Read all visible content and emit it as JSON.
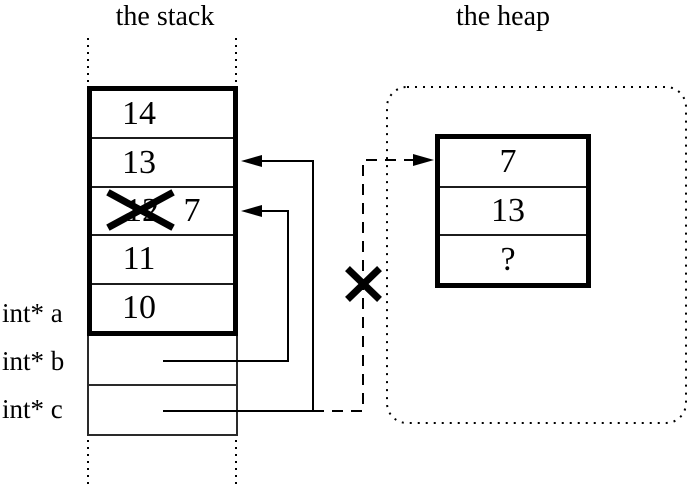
{
  "titles": {
    "stack": "the stack",
    "heap": "the heap"
  },
  "stack": {
    "rows": [
      {
        "value": "14"
      },
      {
        "value": "13"
      },
      {
        "old_value": "12",
        "new_value": "7",
        "crossed_out": true
      },
      {
        "value": "11"
      },
      {
        "value": "10"
      }
    ],
    "labels": [
      "int* a",
      "int* b",
      "int* c"
    ]
  },
  "heap": {
    "rows": [
      {
        "value": "7"
      },
      {
        "value": "13"
      },
      {
        "value": "?"
      }
    ]
  },
  "pointers": [
    {
      "from": "int* b",
      "to": "stack cell with 12 crossed out to 7",
      "style": "solid",
      "crossed_out": false
    },
    {
      "from": "int* c",
      "to": "stack cell 13",
      "style": "solid",
      "crossed_out": false
    },
    {
      "from": "int* c",
      "to": "heap cell 7",
      "style": "dashed",
      "crossed_out": true
    }
  ],
  "icons": {
    "x_mark": "✕",
    "arrowhead": "filled-triangle"
  },
  "colors": {
    "ink": "#000000",
    "background": "#ffffff"
  }
}
